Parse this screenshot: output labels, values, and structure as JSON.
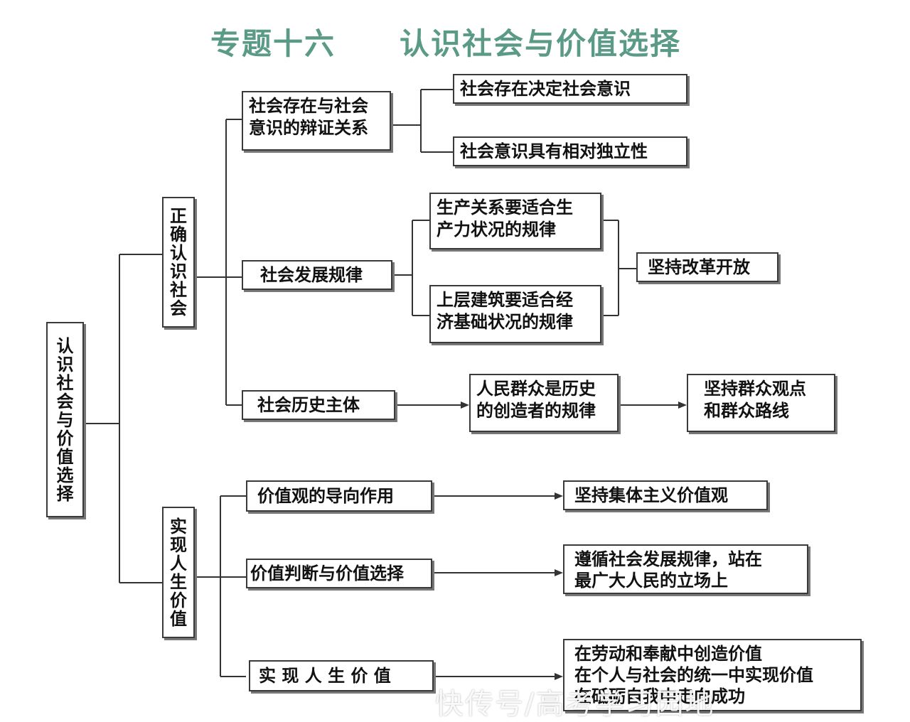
{
  "title": {
    "topic_no": "专题十六",
    "topic_name": "认识社会与价值选择"
  },
  "nodes": {
    "root": "认识社会与价值选择",
    "correct_understanding": "正确认识社会",
    "realize_value_branch": "实现人生价值",
    "dialectic": [
      "社会存在与社会",
      "意识的辩证关系"
    ],
    "existence_determines": "社会存在决定社会意识",
    "relative_independence": "社会意识具有相对独立性",
    "development_law": "社会发展规律",
    "production_law": [
      "生产关系要适合生",
      "产力状况的规律"
    ],
    "superstructure_law": [
      "上层建筑要适合经",
      "济基础状况的规律"
    ],
    "reform_opening": "坚持改革开放",
    "history_subject": "社会历史主体",
    "masses_creators": [
      "人民群众是历史",
      "的创造者的规律"
    ],
    "mass_line": [
      "坚持群众观点",
      "和群众路线"
    ],
    "value_guidance": "价值观的导向作用",
    "collectivism": "坚持集体主义价值观",
    "value_judgment": "价值判断与价值选择",
    "follow_law": [
      "遵循社会发展规律，站在",
      "最广大人民的立场上"
    ],
    "realize_value_leaf": "实 现 人 生 价 值",
    "value_ways": [
      "在劳动和奉献中创造价值",
      "在个人与社会的统一中实现价值",
      "在砥砺自我中走向成功"
    ]
  },
  "watermark": "快传号/高考学习园地"
}
